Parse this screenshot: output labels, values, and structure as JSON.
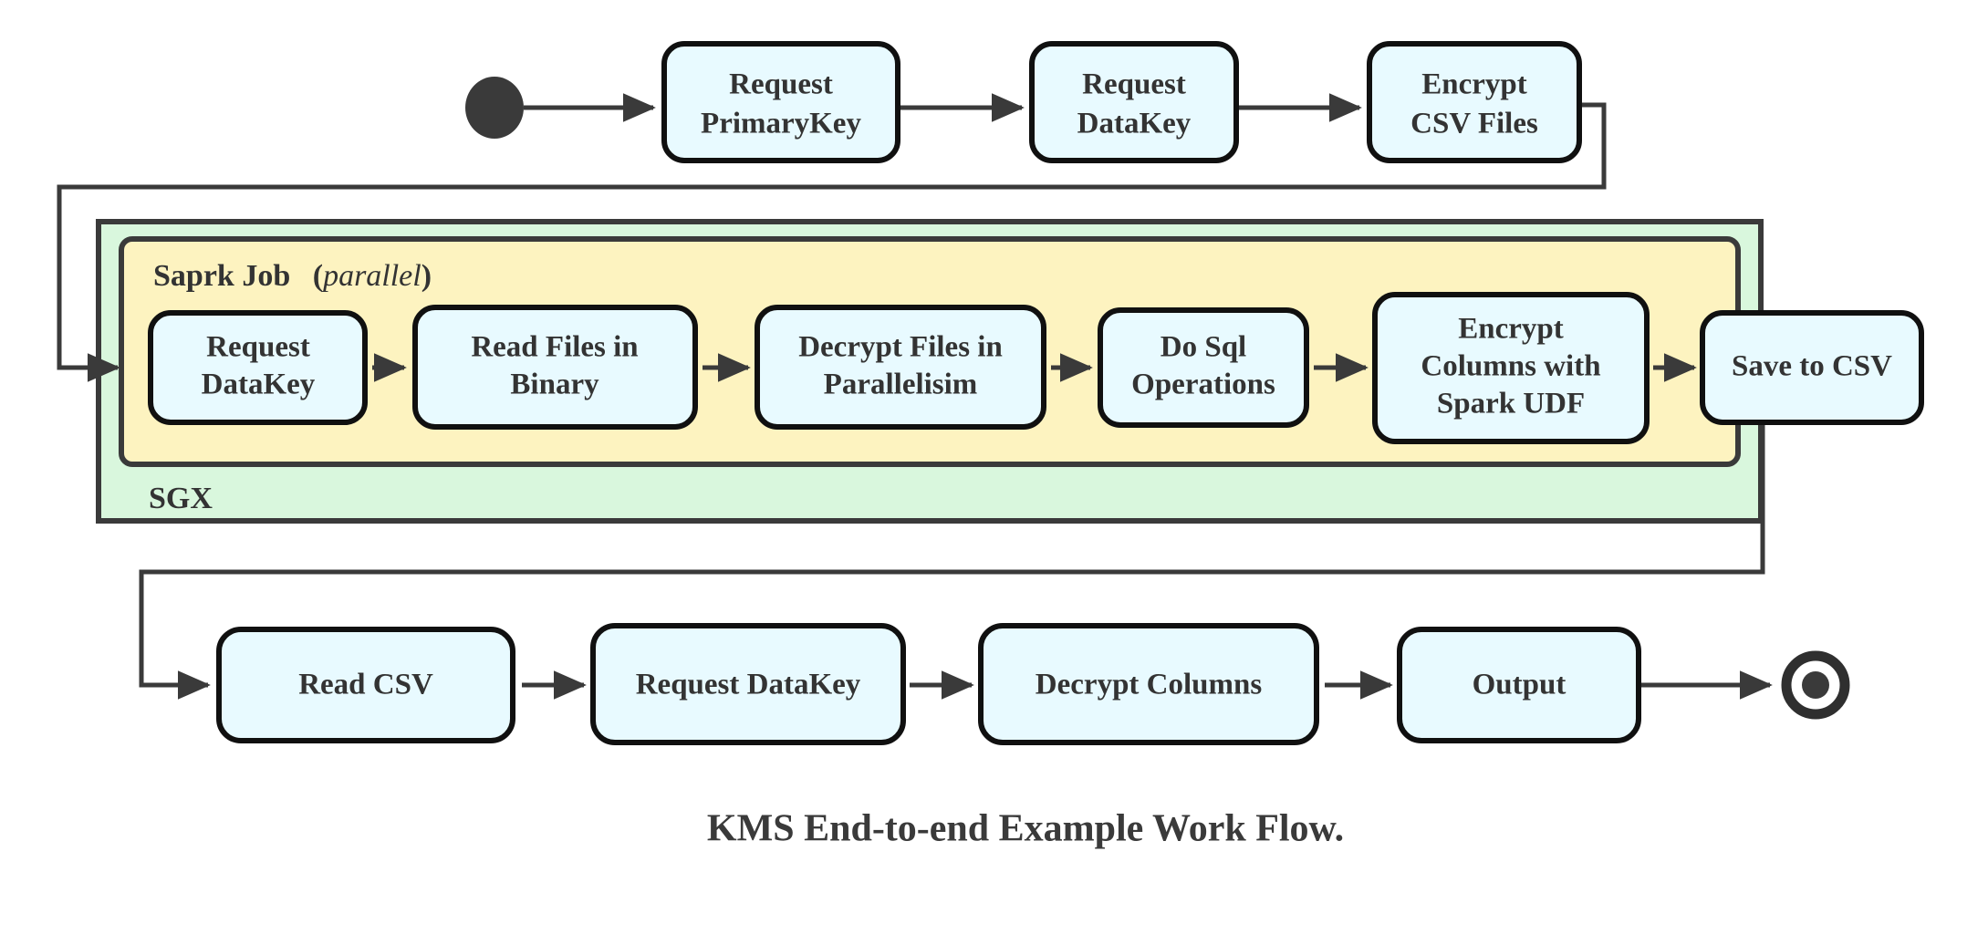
{
  "diagram": {
    "caption": "KMS End-to-end Example Work Flow.",
    "colors": {
      "node_fill": "#e8faff",
      "node_stroke": "#101010",
      "sgx_fill": "#d9f7dd",
      "spark_fill": "#fdf3c0",
      "group_stroke": "#3a3a3a",
      "edge": "#3a3a3a",
      "text": "#333333",
      "background": "#ffffff"
    },
    "start_node": {
      "name": "start-node",
      "shape": "filled-circle"
    },
    "end_node": {
      "name": "end-node",
      "shape": "double-circle"
    },
    "groups": [
      {
        "id": "sgx",
        "label": "SGX",
        "label_position": "bottom-left",
        "fill": "#d9f7dd"
      },
      {
        "id": "spark-job",
        "label": "Saprk Job",
        "label_suffix": "(parallel)",
        "label_italic_part": "parallel",
        "label_position": "top-left",
        "fill": "#fdf3c0"
      }
    ],
    "rows": {
      "top": {
        "name": "top-flow-row",
        "nodes": [
          {
            "id": "request-primarykey",
            "lines": [
              "Request",
              "PrimaryKey"
            ]
          },
          {
            "id": "request-datakey-top",
            "lines": [
              "Request",
              "DataKey"
            ]
          },
          {
            "id": "encrypt-csv-files",
            "lines": [
              "Encrypt",
              "CSV Files"
            ]
          }
        ]
      },
      "spark": {
        "name": "spark-job-row",
        "nodes": [
          {
            "id": "request-datakey-spark",
            "lines": [
              "Request",
              "DataKey"
            ]
          },
          {
            "id": "read-files-in-binary",
            "lines": [
              "Read Files in",
              "Binary"
            ]
          },
          {
            "id": "decrypt-files-in-parallelisim",
            "lines": [
              "Decrypt Files in",
              "Parallelisim"
            ]
          },
          {
            "id": "do-sql-operations",
            "lines": [
              "Do Sql",
              "Operations"
            ]
          },
          {
            "id": "encrypt-columns-with-spark-udf",
            "lines": [
              "Encrypt",
              "Columns with",
              "Spark UDF"
            ]
          },
          {
            "id": "save-to-csv",
            "lines": [
              "Save to CSV"
            ]
          }
        ]
      },
      "bottom": {
        "name": "bottom-flow-row",
        "nodes": [
          {
            "id": "read-csv",
            "lines": [
              "Read CSV"
            ]
          },
          {
            "id": "request-datakey-bottom",
            "lines": [
              "Request DataKey"
            ]
          },
          {
            "id": "decrypt-columns",
            "lines": [
              "Decrypt Columns"
            ]
          },
          {
            "id": "output",
            "lines": [
              "Output"
            ]
          }
        ]
      }
    }
  }
}
